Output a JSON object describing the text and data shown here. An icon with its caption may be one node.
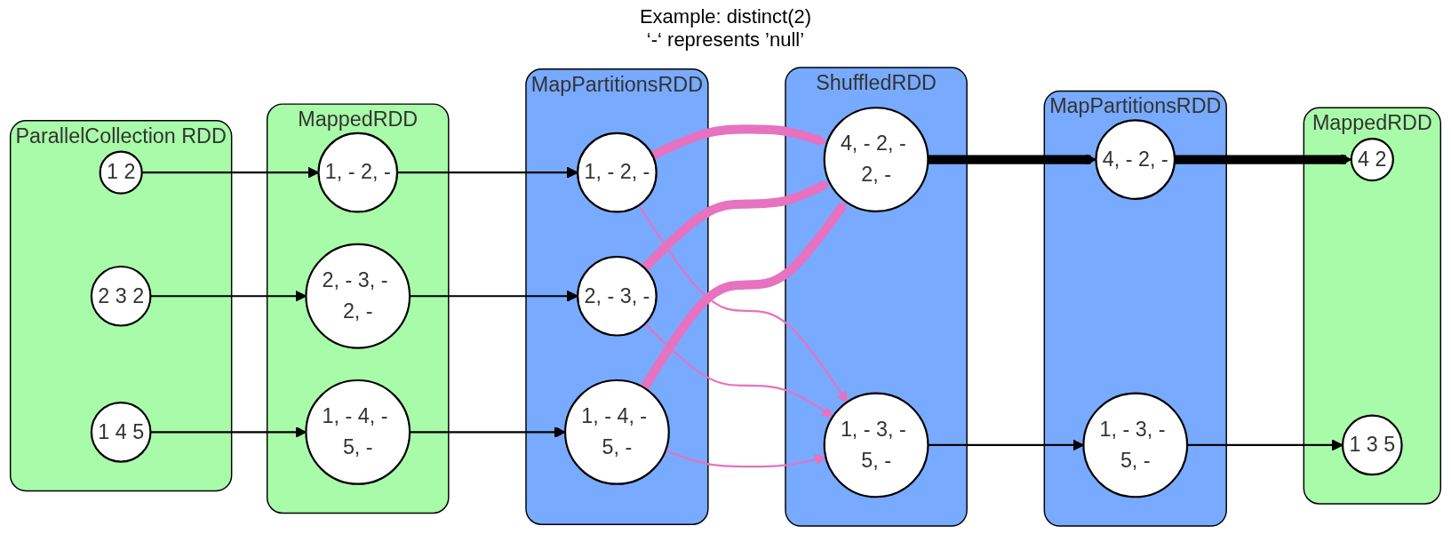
{
  "diagram": {
    "title": "Example: distinct(2)",
    "nodes": [
      {
        "text": [
          "ParallelCollection RDD"
        ]
      },
      {
        "text": [
          "1 2"
        ],
        "in": 0
      },
      {
        "text": [
          "2 3 2"
        ],
        "in": 0
      },
      {
        "text": [
          "1 4 5"
        ],
        "in": 0
      },
      {
        "text": [
          "MappedRDD"
        ]
      },
      {
        "text": [
          "1, - 2, -"
        ],
        "in": 4
      },
      {
        "text": [
          "2, - 3, - 2, -"
        ],
        "in": 4
      },
      {
        "text": [
          "1, - 4, - 5, -"
        ],
        "in": 4
      },
      {
        "text": [
          "MapPartitionsRDD"
        ]
      },
      {
        "text": [
          "1, - 2, -"
        ],
        "in": 8
      },
      {
        "text": [
          "2, - 3, -"
        ],
        "in": 8
      },
      {
        "text": [
          "1, - 4, - 5, -"
        ],
        "in": 8
      },
      {
        "text": [
          "ShuffledRDD"
        ]
      },
      {
        "text": [
          "4, - 2, - 2, -"
        ],
        "in": 12
      },
      {
        "text": [
          "1, - 3, - 5, -"
        ],
        "in": 12
      },
      {
        "text": [
          "MapPartitionsRDD"
        ]
      },
      {
        "text": [
          "4, - 2, -"
        ],
        "in": 15
      },
      {
        "text": [
          "1, - 3, - 5, -"
        ],
        "in": 15
      },
      {
        "text": [
          "MappedRDD"
        ]
      },
      {
        "text": [
          "4 2"
        ],
        "in": 18
      },
      {
        "text": [
          "1 3 5"
        ],
        "in": 18
      }
    ],
    "edges": [
      {
        "from": 1,
        "to": 5,
        "arrow": "to"
      },
      {
        "from": 2,
        "to": 6,
        "arrow": "to"
      },
      {
        "from": 3,
        "to": 7,
        "arrow": "to"
      },
      {
        "from": 5,
        "to": 9,
        "arrow": "to"
      },
      {
        "from": 6,
        "to": 10,
        "arrow": "to"
      },
      {
        "from": 7,
        "to": 11,
        "arrow": "to"
      },
      {
        "from": 9,
        "to": 13,
        "arrow": "to",
        "style": "thick",
        "color": "#e672c0"
      },
      {
        "from": 9,
        "to": 14,
        "arrow": "to",
        "color": "#e672c0"
      },
      {
        "from": 10,
        "to": 13,
        "arrow": "to",
        "style": "thick",
        "color": "#e672c0"
      },
      {
        "from": 10,
        "to": 14,
        "arrow": "to",
        "color": "#e672c0"
      },
      {
        "from": 11,
        "to": 13,
        "arrow": "to",
        "style": "thick",
        "color": "#e672c0"
      },
      {
        "from": 11,
        "to": 14,
        "arrow": "to",
        "color": "#e672c0"
      },
      {
        "from": 13,
        "to": 16,
        "arrow": "to",
        "style": "thick"
      },
      {
        "from": 14,
        "to": 17,
        "arrow": "to"
      },
      {
        "from": 16,
        "to": 19,
        "arrow": "to",
        "style": "thick"
      },
      {
        "from": 17,
        "to": 20,
        "arrow": "to"
      }
    ],
    "labels": [
      "‘-‘ represents ’null’"
    ]
  }
}
